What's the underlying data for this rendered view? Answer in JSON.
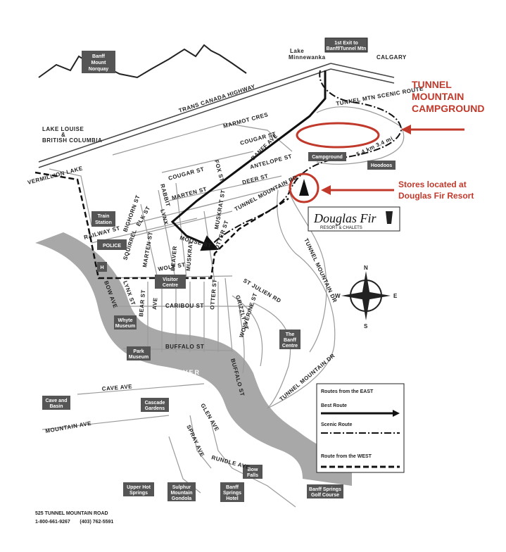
{
  "callouts": {
    "campground": [
      "TUNNEL",
      "MOUNTAIN",
      "CAMPGROUND"
    ],
    "stores": [
      "Stores located at",
      "Douglas Fir Resort"
    ]
  },
  "colors": {
    "callout": "#c0392b",
    "river": "#a8a8a8",
    "road": "#9a9a9a",
    "label_box": "#555555"
  },
  "labels": {
    "banff_mount_norquay": [
      "Banff",
      "Mount",
      "Norquay"
    ],
    "first_exit": [
      "1st Exit to",
      "Banff/Tunnel Mtn"
    ],
    "lake_minnewanka": [
      "Lake",
      "Minnewanka"
    ],
    "calgary": "CALGARY",
    "trans_canada": "TRANS CANADA HIGHWAY",
    "lake_louise": [
      "LAKE LOUISE",
      "&",
      "BRITISH COLUMBIA"
    ],
    "vermillion": "VERMILLION LAKE",
    "tunnel_mtn_scenic": "TUNNEL MTN SCENIC ROUTE",
    "campground": "Campground",
    "hoodoos": "Hoodoos",
    "distance": "5.4 km   3.4 mi",
    "marmot": "MARMOT CRES",
    "cougar_st_upper": "COUGAR ST",
    "banff_ave": "BANFF AVE",
    "fox_st": "FOX ST",
    "antelope": "ANTELOPE ST",
    "cougar_st": "COUGAR ST",
    "deer_st": "DEER ST",
    "rabbit": "RABBIT",
    "marten_st": "MARTEN ST",
    "muskrat_upper": "MUSKRAT ST",
    "tunnel_mtn_rd": "TUNNEL MOUNTAIN RD",
    "lynx_upper": "LYNX",
    "bighorn": "BIGHORN ST",
    "elk": "ELK ST",
    "railway": "RAILWAY ST",
    "train_station": [
      "Train",
      "Station"
    ],
    "police": "POLICE",
    "squirrel": "SQUIRREL",
    "marten_vert": "MARTEN ST",
    "moose": "MOOSE ST",
    "otter_upper": "OTTER ST",
    "beaver_upper": "BEAVER",
    "muskrat_lower": "MUSKRAT",
    "wolf": "WOLF ST",
    "h": "H",
    "visitor": [
      "Visitor",
      "Centre"
    ],
    "bow_ave": "BOW AVE",
    "lynx_lower": "LYNX ST",
    "bear_st": "BEAR ST",
    "beaver_ave": "AVE",
    "caribou": "CARIBOU ST",
    "otter_st": "OTTER ST",
    "st_julien": "ST JULIEN RD",
    "grizzly": "GRIZZLY ST",
    "wolverine": "WOLVERINE ST",
    "whyte": [
      "Whyte",
      "Museum"
    ],
    "banff_centre": [
      "The",
      "Banff",
      "Centre"
    ],
    "tunnel_mtn_dr": "TUNNEL MOUNTAIN DR",
    "park_museum": [
      "Park",
      "Museum"
    ],
    "buffalo_st": "BUFFALO ST",
    "buffalo_vert": "BUFFALO ST",
    "bow_river": "BOW RIVER",
    "cave_ave": "CAVE AVE",
    "cave_basin": [
      "Cave and",
      "Basin"
    ],
    "cascade": [
      "Cascade",
      "Gardens"
    ],
    "glen_ave": "GLEN AVE",
    "mountain_ave": "MOUNTAIN AVE",
    "spray_ave": "SPRAY AVE",
    "rundle_ave": "RUNDLE AVE",
    "bow_falls": [
      "Bow",
      "Falls"
    ],
    "upper_hot": [
      "Upper Hot",
      "Springs"
    ],
    "sulphur": [
      "Sulphur",
      "Mountain",
      "Gondola"
    ],
    "springs_hotel": [
      "Banff",
      "Springs",
      "Hotel"
    ],
    "golf": [
      "Banff Springs",
      "Golf Course"
    ],
    "douglas_fir": "Douglas Fir",
    "resort_chalets": "RESORT & CHALETS",
    "compass": {
      "n": "N",
      "s": "S",
      "e": "E",
      "w": "W"
    }
  },
  "legend": {
    "title": "Routes from the EAST",
    "best": "Best Route",
    "scenic": "Scenic Route",
    "west": "Route from the WEST"
  },
  "address": {
    "line1": "525  TUNNEL MOUNTAIN ROAD",
    "line2": "1-800-661-9267       (403) 762-5591"
  }
}
